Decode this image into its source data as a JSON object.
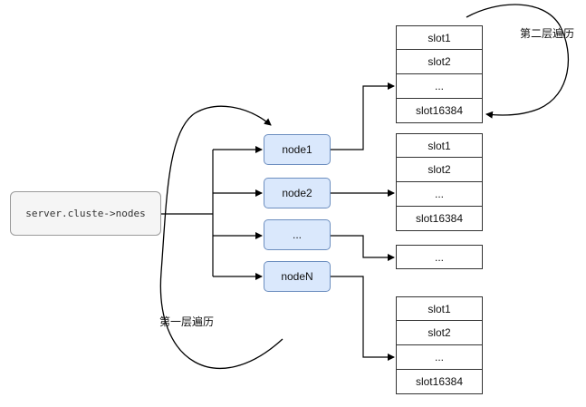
{
  "source": {
    "label": "server.cluste->nodes"
  },
  "nodes": [
    "node1",
    "node2",
    "...",
    "nodeN"
  ],
  "slot_tables": [
    [
      "slot1",
      "slot2",
      "...",
      "slot16384"
    ],
    [
      "slot1",
      "slot2",
      "...",
      "slot16384"
    ],
    [
      "..."
    ],
    [
      "slot1",
      "slot2",
      "...",
      "slot16384"
    ]
  ],
  "loop_labels": {
    "outer": "第一层遍历",
    "inner": "第二层遍历"
  },
  "colors": {
    "node_fill": "#dae8fc",
    "node_border": "#6c8ebf",
    "source_fill": "#f5f5f5",
    "line": "#000000"
  }
}
